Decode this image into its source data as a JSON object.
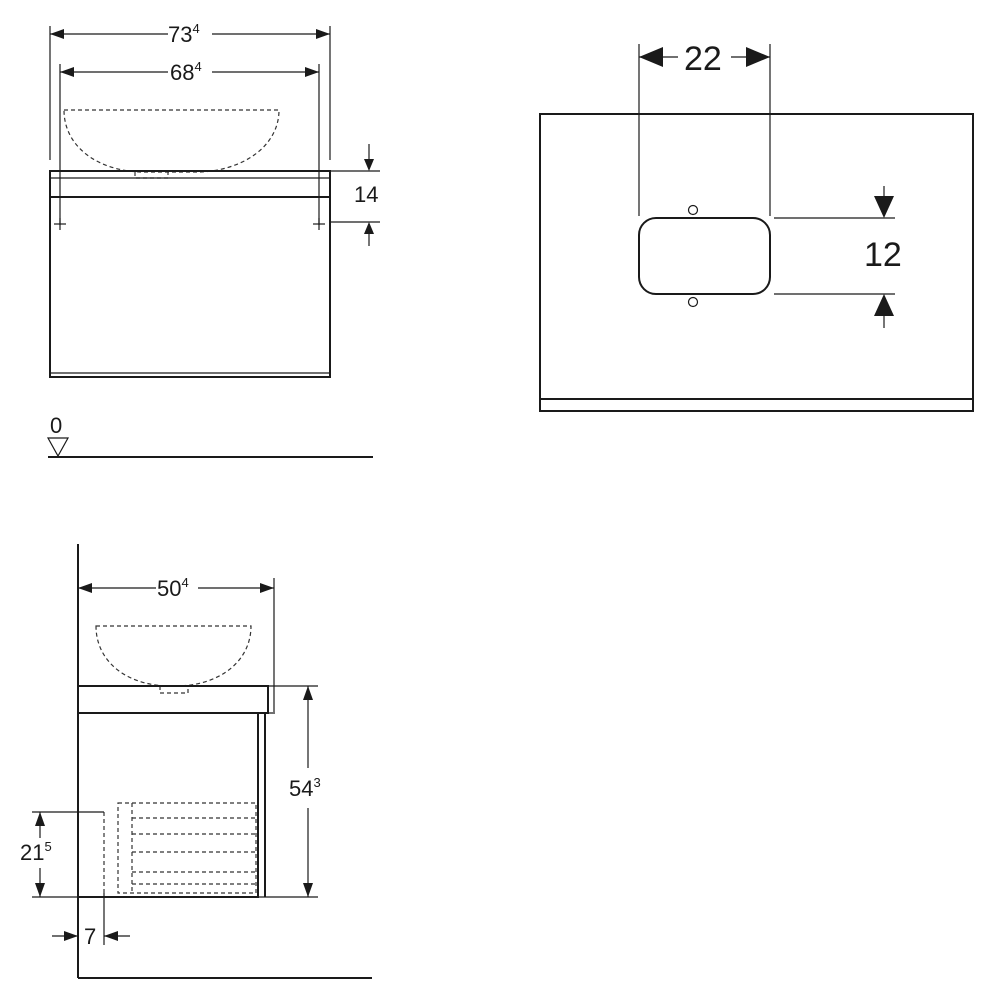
{
  "front_view": {
    "overall_width": {
      "main": "73",
      "sup": "4"
    },
    "inner_width": {
      "main": "68",
      "sup": "4"
    },
    "top_thickness": "14",
    "floor_level": "0"
  },
  "top_view": {
    "cutout_width": "22",
    "cutout_depth": "12"
  },
  "side_view": {
    "depth": {
      "main": "50",
      "sup": "4"
    },
    "height": {
      "main": "54",
      "sup": "3"
    },
    "drawer_height": {
      "main": "21",
      "sup": "5"
    },
    "wall_gap": "7"
  }
}
